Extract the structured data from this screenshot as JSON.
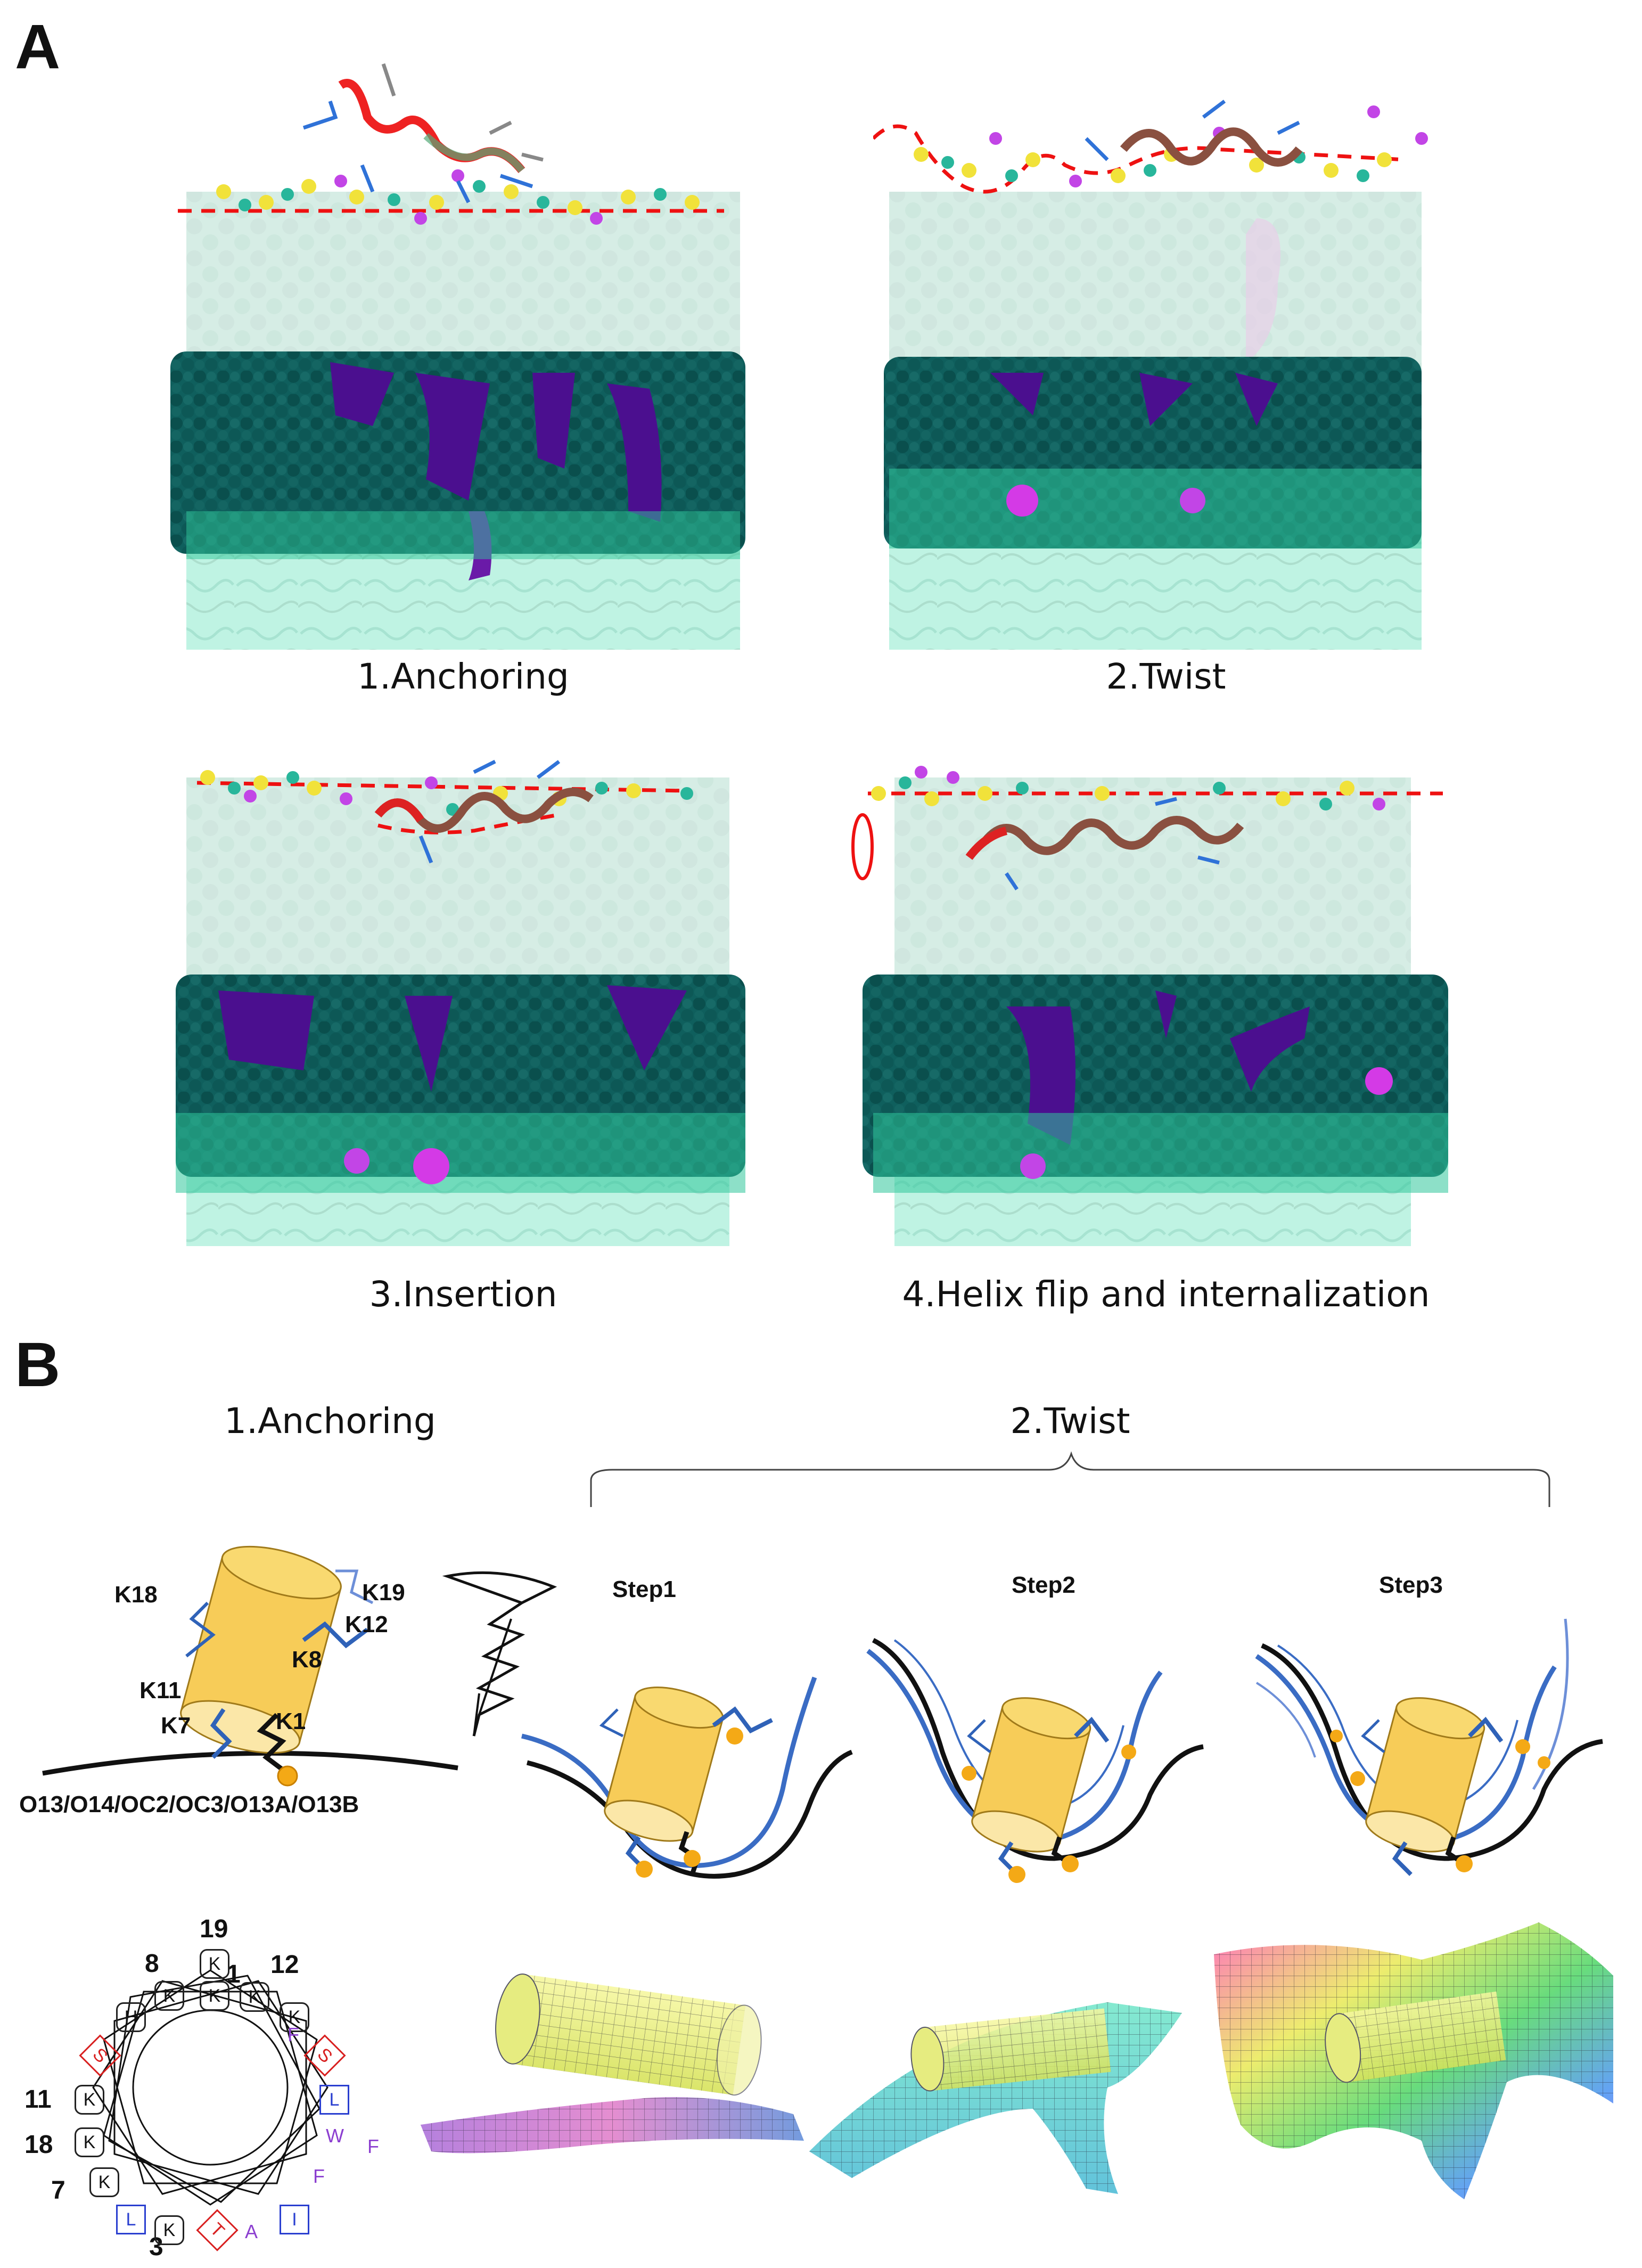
{
  "panels": {
    "a_label": "A",
    "b_label": "B"
  },
  "panel_a": {
    "captions": [
      "1.Anchoring",
      "2.Twist",
      "3.Insertion",
      "4.Helix flip and internalization"
    ]
  },
  "panel_b": {
    "anchoring_title": "1.Anchoring",
    "twist_title": "2.Twist",
    "steps": [
      "Step1",
      "Step2",
      "Step3"
    ],
    "lysines": {
      "k18": "K18",
      "k19": "K19",
      "k12": "K12",
      "k8": "K8",
      "k11": "K11",
      "k7": "K7",
      "k1": "K1"
    },
    "oxygen_atoms": "O13/O14/OC2/OC3/O13A/O13B",
    "helical_wheel": {
      "numbers": [
        "19",
        "8",
        "1",
        "12",
        "11",
        "18",
        "7",
        "3"
      ],
      "residue_boxes": [
        "K",
        "K",
        "K",
        "K",
        "H",
        "K",
        "S",
        "S",
        "K",
        "L",
        "K",
        "K",
        "K",
        "L",
        "K",
        "T",
        "I"
      ],
      "free_letters": [
        "F",
        "W",
        "F",
        "F",
        "A"
      ]
    }
  },
  "colors": {
    "membrane_dark": "#0b5a58",
    "lipid_purple": "#4b0f8f",
    "water": "#b9f1e1",
    "faint_pink": "#e8cfe8",
    "helix_yellow": "#f7cc58",
    "lys_blue": "#2f62b8",
    "orange_dot": "#f4a916",
    "red_dash": "#ee1111",
    "wheel_red": "#d81f1f",
    "wheel_blue": "#2a3fd0",
    "wheel_purple": "#8c3fd0"
  }
}
